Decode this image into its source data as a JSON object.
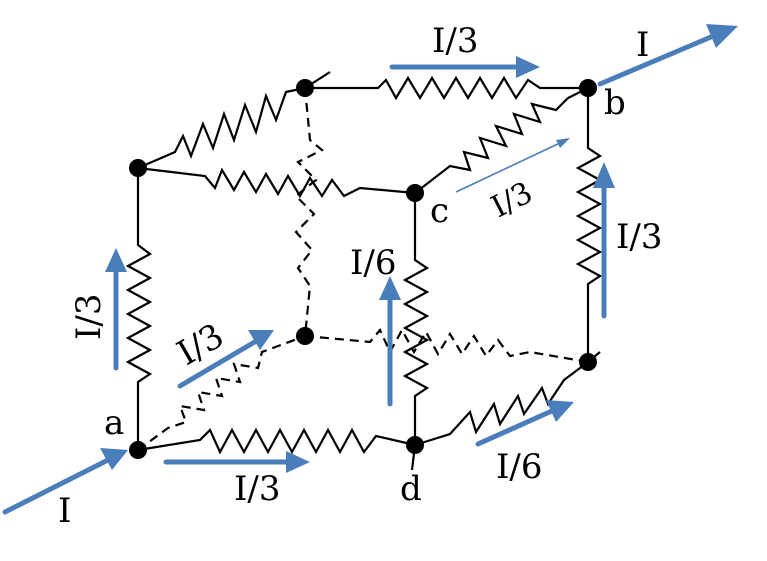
{
  "colors": {
    "arrow": "#4a7ebb",
    "wire": "#000000"
  },
  "nodes": {
    "a": "a",
    "b": "b",
    "c": "c",
    "d": "d"
  },
  "currents": {
    "in": "I",
    "out": "I",
    "a_up": "I/3",
    "a_back": "I/3",
    "a_right": "I/3",
    "top": "I/3",
    "c_b": "I/3",
    "b_vertical": "I/3",
    "c_d": "I/6",
    "d_right": "I/6"
  }
}
